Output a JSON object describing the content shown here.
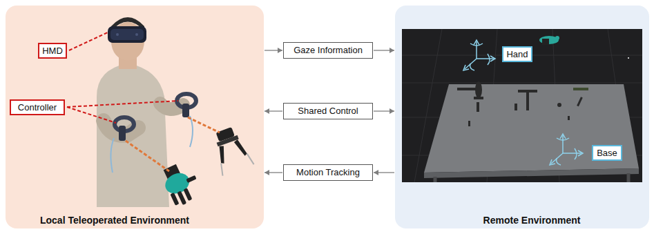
{
  "diagram": {
    "nodes": [
      {
        "text": [
          "Local Teleoperated Environment"
        ]
      },
      {
        "text": [
          "HMD"
        ],
        "in": 0
      },
      {
        "text": [
          "Controller"
        ],
        "in": 0
      },
      {
        "text": [
          "Remote Environment"
        ]
      },
      {
        "text": [
          "Hand"
        ],
        "in": 3
      },
      {
        "text": [
          "Base"
        ],
        "in": 3
      },
      {
        "text": [
          "Gaze Information"
        ]
      },
      {
        "text": [
          "Shared Control"
        ]
      },
      {
        "text": [
          "Motion Tracking"
        ]
      }
    ],
    "edges": [
      {
        "from": 0,
        "to": 6,
        "arrow": "to"
      },
      {
        "from": 6,
        "to": 3,
        "arrow": "to"
      },
      {
        "from": 7,
        "to": 0,
        "arrow": "to"
      },
      {
        "from": 7,
        "to": 3,
        "arrow": "to"
      },
      {
        "from": 3,
        "to": 8,
        "arrow": "to"
      },
      {
        "from": 8,
        "to": 0,
        "arrow": "to"
      }
    ]
  }
}
